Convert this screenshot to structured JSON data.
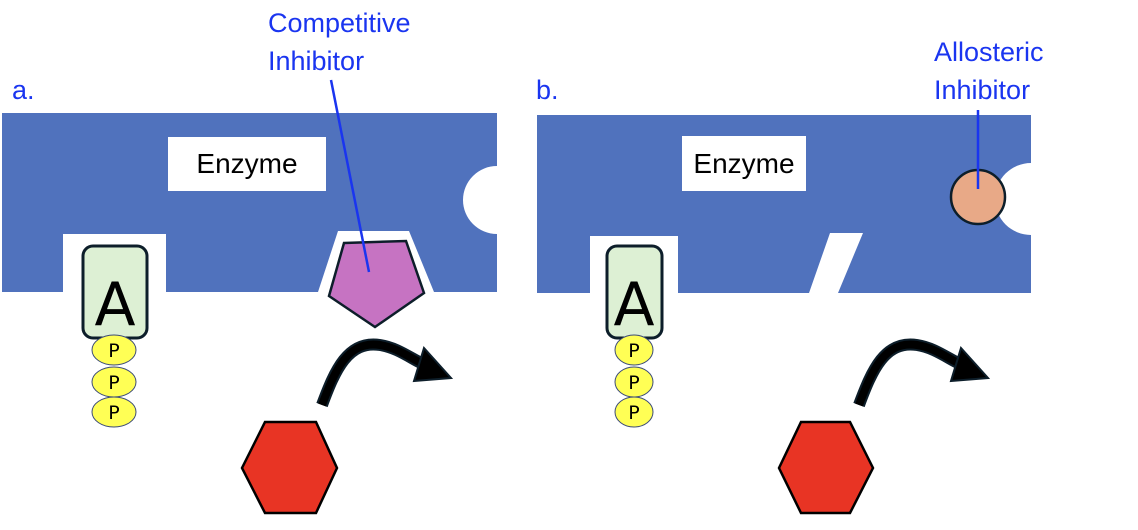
{
  "colors": {
    "enzyme": "#5072bd",
    "label": "#1a35f0",
    "atp_adenosine": "#ddf0d4",
    "phosphate": "#ffff55",
    "competitive_inhibitor": "#c673c2",
    "allosteric_inhibitor": "#e8a987",
    "substrate": "#e83424",
    "outline": "#0d1e2a"
  },
  "panels": [
    {
      "id": "a",
      "panel_label": "a.",
      "enzyme_label": "Enzyme",
      "inhibitor_label_line1": "Competitive",
      "inhibitor_label_line2": "Inhibitor",
      "atp": {
        "adenosine": "A",
        "phosphates": [
          "P",
          "P",
          "P"
        ]
      }
    },
    {
      "id": "b",
      "panel_label": "b.",
      "enzyme_label": "Enzyme",
      "inhibitor_label_line1": "Allosteric",
      "inhibitor_label_line2": "Inhibitor",
      "atp": {
        "adenosine": "A",
        "phosphates": [
          "P",
          "P",
          "P"
        ]
      }
    }
  ]
}
